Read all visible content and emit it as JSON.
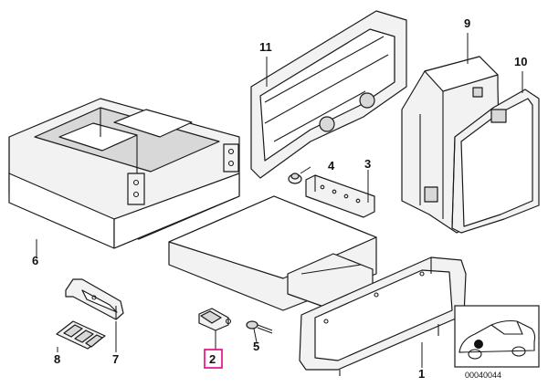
{
  "diagram": {
    "callouts": {
      "c1": "1",
      "c2": "2",
      "c3": "3",
      "c4": "4",
      "c5": "5",
      "c6": "6",
      "c7": "7",
      "c8": "8",
      "c9": "9",
      "c10": "10",
      "c11": "11"
    },
    "highlighted_callout": "2",
    "reference_code": "00040044",
    "colors": {
      "highlight": "#e6007e",
      "line": "#1a1a1a"
    }
  }
}
